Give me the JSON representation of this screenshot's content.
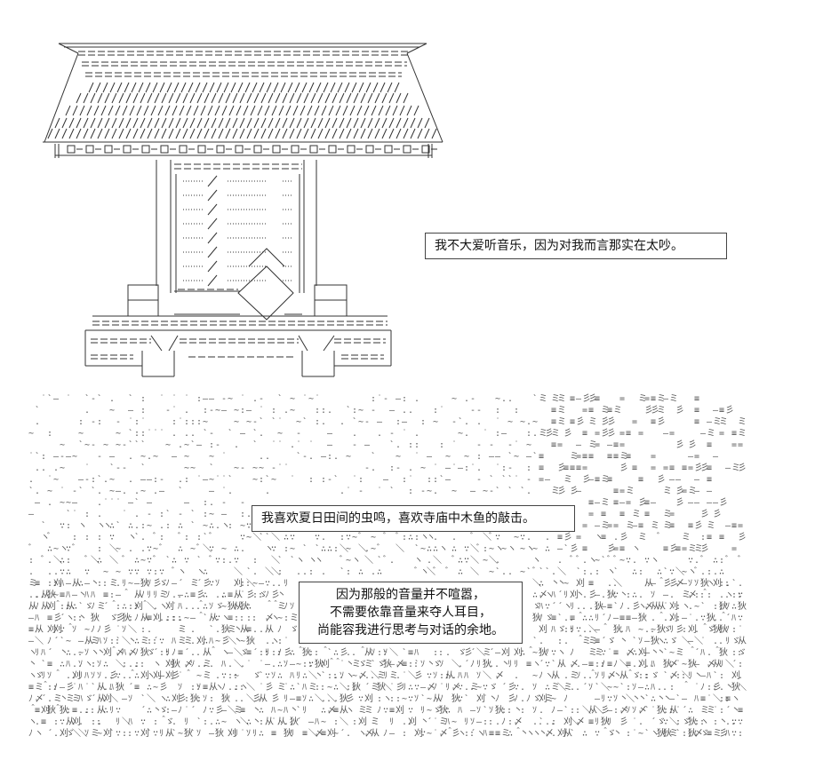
{
  "captions": {
    "top": "我不大爱听音乐，因为对我而言那实在太吵。",
    "mid": "我喜欢夏日田间的虫鸣，喜欢寺庙中木鱼的敲击。",
    "lower": [
      "因为那般的音量并不喧嚣，",
      "不需要依靠音量来夺人耳目，",
      "尚能容我进行思考与对话的余地。"
    ]
  },
  "colors": {
    "ink": "#222222",
    "background": "#ffffff",
    "frame": "#444444"
  }
}
